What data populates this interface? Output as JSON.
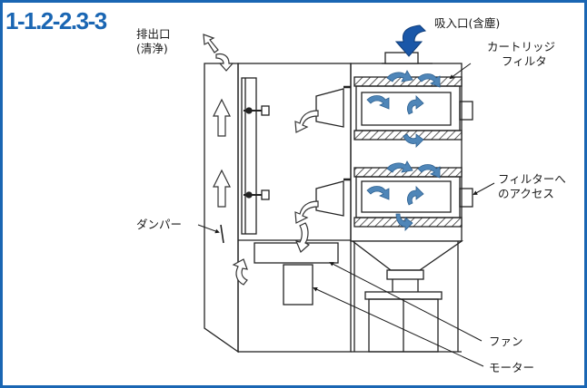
{
  "figure": {
    "id": "1-1.2-2.3-3"
  },
  "labels": {
    "exhaust_line1": "排出口",
    "exhaust_line2": "(清浄)",
    "intake": "吸入口(含塵)",
    "cartridge_line1": "カートリッジ",
    "cartridge_line2": "フィルタ",
    "filter_access_line1": "フィルターへ",
    "filter_access_line2": "のアクセス",
    "damper": "ダンパー",
    "fan": "ファン",
    "motor": "モーター"
  },
  "colors": {
    "frame": "#1a66b3",
    "intake_arrow": "#1a57a8",
    "flow_arrow": "#4f86b8"
  }
}
